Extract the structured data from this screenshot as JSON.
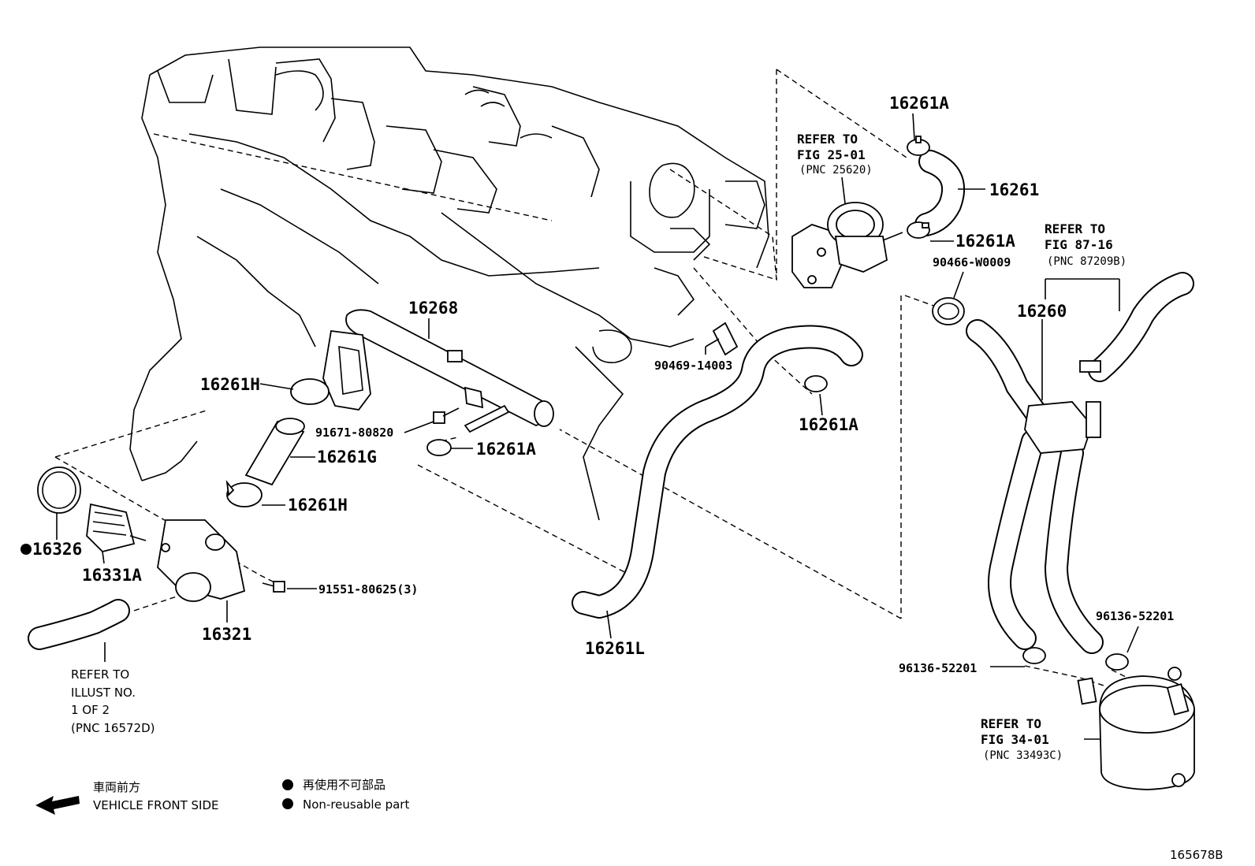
{
  "labels": {
    "p16261A_top": "16261A",
    "p16261_top": "16261",
    "p16261A_mid": "16261A",
    "p90466": "90466-W0009",
    "p16268": "16268",
    "p90469": "90469-14003",
    "p16261A_right": "16261A",
    "p16261H_upper": "16261H",
    "p91671": "91671-80820",
    "p16261A_lower": "16261A",
    "p16261G": "16261G",
    "p16261H_lower": "16261H",
    "p16326": "16326",
    "p16331A": "16331A",
    "p91551": "91551-80625(3)",
    "p16321": "16321",
    "p16261L": "16261L",
    "p16260": "16260",
    "p96136_right": "96136-52201",
    "p96136_left": "96136-52201",
    "figure_code": "165678B"
  },
  "references": {
    "fig25": {
      "line1": "REFER TO",
      "line2": "FIG 25-01",
      "line3": "(PNC 25620)"
    },
    "fig87": {
      "line1": "REFER TO",
      "line2": "FIG 87-16",
      "line3": "(PNC 87209B)"
    },
    "fig34": {
      "line1": "REFER TO",
      "line2": "FIG 34-01",
      "line3": "(PNC 33493C)"
    },
    "illust": {
      "line1": "REFER TO",
      "line2": "ILLUST NO.",
      "line3": "1 OF 2",
      "line4": "(PNC 16572D)"
    }
  },
  "legend": {
    "front_jp": "車両前方",
    "front_en": "VEHICLE FRONT SIDE",
    "nonreuse_jp": "再使用不可部品",
    "nonreuse_en": "Non-reusable part"
  },
  "icons": {
    "front_arrow": "arrow-left-icon",
    "nonreusable_mark": "filled-circle-icon"
  }
}
